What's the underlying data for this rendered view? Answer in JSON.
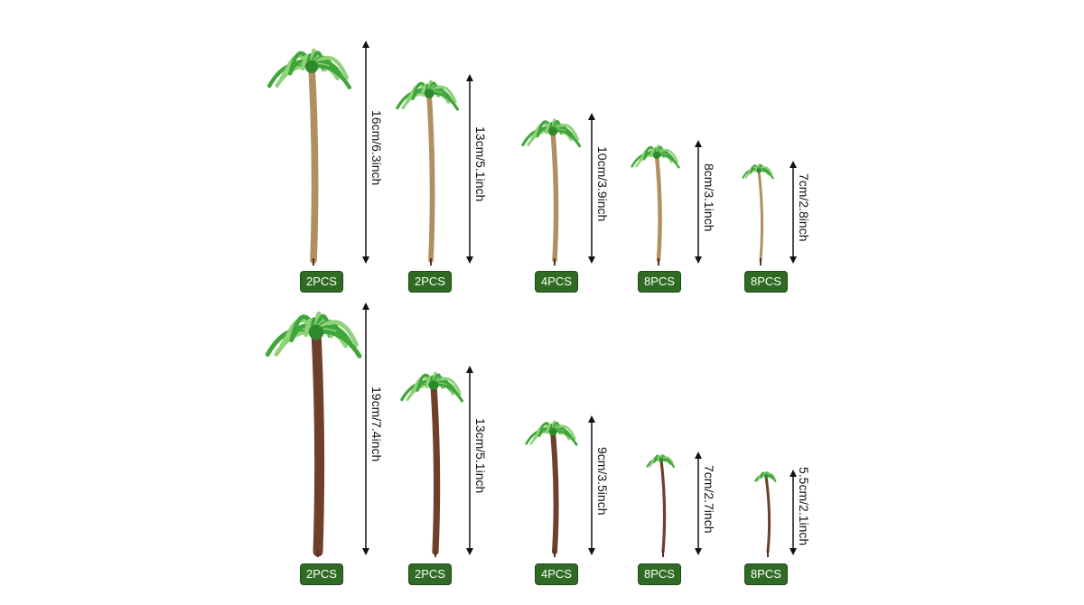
{
  "colors": {
    "badge": "#2f6b22",
    "trunk_top": "#b08f62",
    "trunk_bottom": "#6e3f2b",
    "leaf": "#3fa63a",
    "leaf_light": "#8fd27a"
  },
  "rows": [
    {
      "items": [
        {
          "size": "16cm/6.3inch",
          "qty": "2PCS"
        },
        {
          "size": "13cm/5.1inch",
          "qty": "2PCS"
        },
        {
          "size": "10cm/3.9inch",
          "qty": "4PCS"
        },
        {
          "size": "8cm/3.1inch",
          "qty": "8PCS"
        },
        {
          "size": "7cm/2.8inch",
          "qty": "8PCS"
        }
      ]
    },
    {
      "items": [
        {
          "size": "19cm/7.4inch",
          "qty": "2PCS"
        },
        {
          "size": "13cm/5.1inch",
          "qty": "2PCS"
        },
        {
          "size": "9cm/3.5inch",
          "qty": "4PCS"
        },
        {
          "size": "7cm/2.7inch",
          "qty": "8PCS"
        },
        {
          "size": "5.5cm/2.1inch",
          "qty": "8PCS"
        }
      ]
    }
  ]
}
